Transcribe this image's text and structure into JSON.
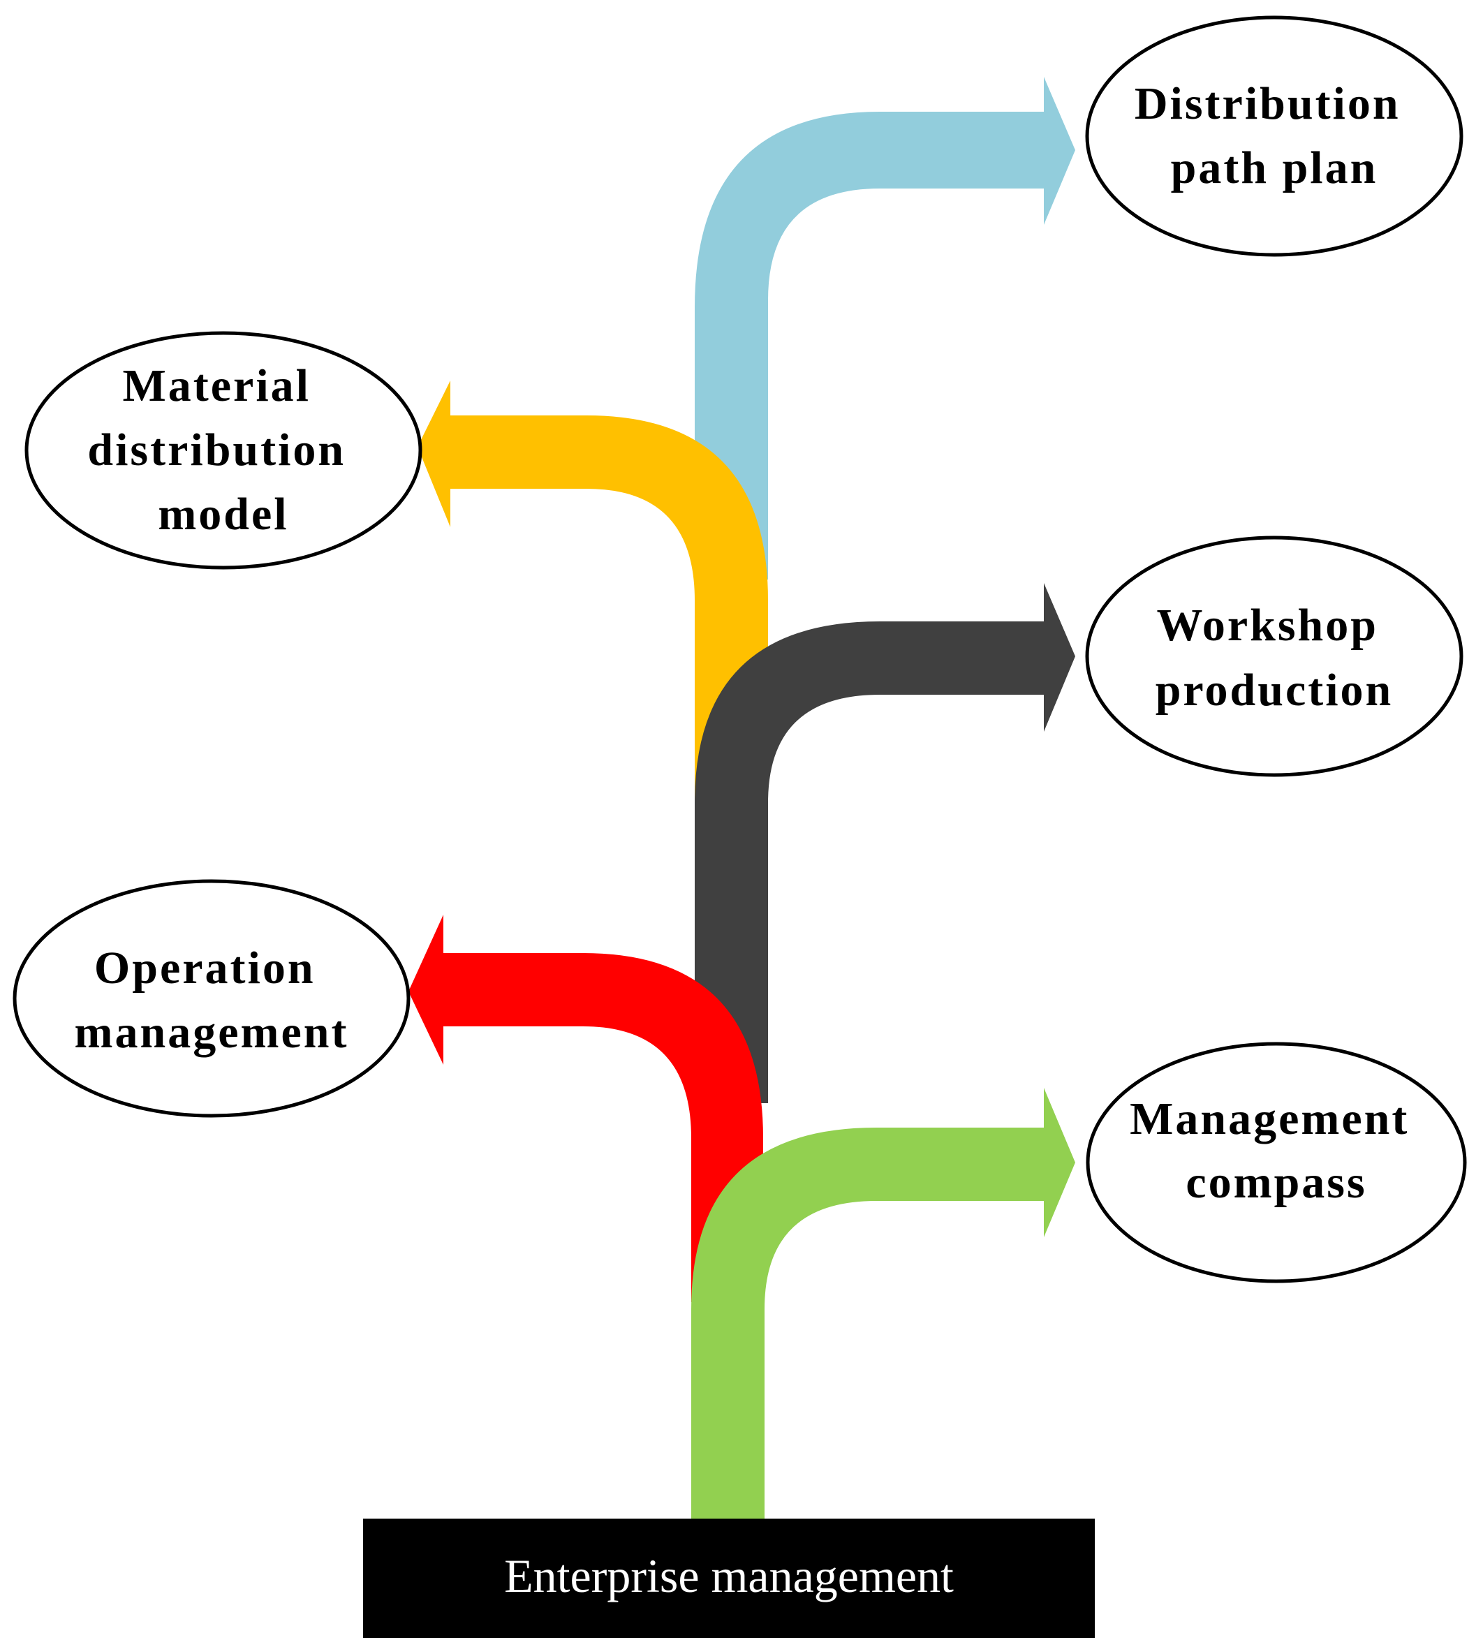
{
  "root": {
    "label": "Enterprise management"
  },
  "branches": [
    {
      "key": "management-compass",
      "lines": [
        "Management",
        "compass"
      ],
      "color": "#92D050"
    },
    {
      "key": "operation-management",
      "lines": [
        "Operation",
        "management"
      ],
      "color": "#FF0000"
    },
    {
      "key": "workshop-production",
      "lines": [
        "Workshop",
        "production"
      ],
      "color": "#404040"
    },
    {
      "key": "material-distribution-model",
      "lines": [
        "Material",
        "distribution",
        "model"
      ],
      "color": "#FFC000"
    },
    {
      "key": "distribution-path-plan",
      "lines": [
        "Distribution",
        "path plan"
      ],
      "color": "#92CDDC"
    }
  ]
}
